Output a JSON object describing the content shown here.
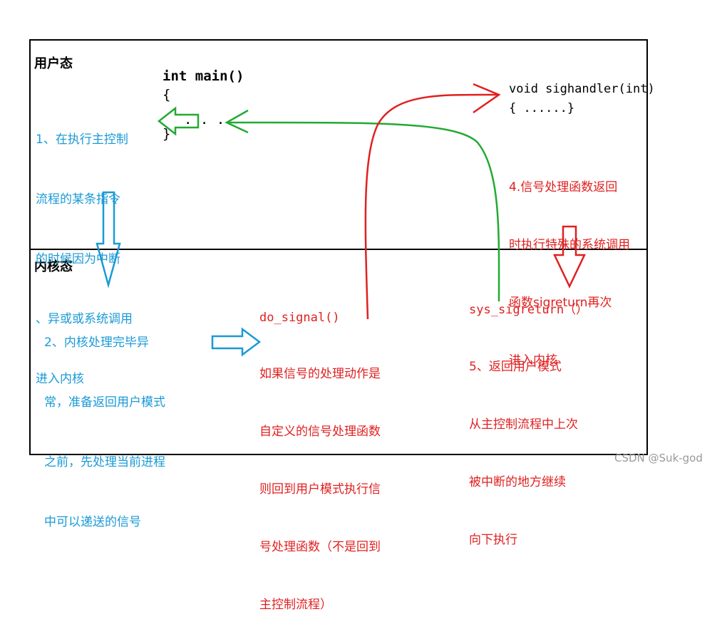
{
  "user_mode_label": "用户态",
  "kernel_mode_label": "内核态",
  "code_main": "int main()",
  "code_main_brace_open": "{",
  "code_main_dots": ". . .",
  "code_main_brace_close": "}",
  "code_handler": "void sighandler(int)",
  "code_handler_body": "{ ......}",
  "step1": [
    "1、在执行主控制",
    "流程的某条指令",
    "的时候因为中断",
    "、异或或系统调用",
    "进入内核"
  ],
  "step2": [
    "2、内核处理完毕异",
    "常，准备返回用户模式",
    "之前，先处理当前进程",
    "中可以递送的信号"
  ],
  "step3_title": "do_signal()",
  "step3": [
    "如果信号的处理动作是",
    "自定义的信号处理函数",
    "则回到用户模式执行信",
    "号处理函数（不是回到",
    "主控制流程）"
  ],
  "step4": [
    "4.信号处理函数返回",
    "时执行特殊的系统调用",
    "函数sigreturn再次",
    "进入内核"
  ],
  "step5_title": "sys_sigreturn（）",
  "step5": [
    "5、返回用户模式",
    "从主控制流程中上次",
    "被中断的地方继续",
    "向下执行"
  ],
  "watermark": "CSDN @Suk-god",
  "colors": {
    "blue": "#1a9ad6",
    "red": "#e02020",
    "green": "#22aa33",
    "black": "#000000"
  }
}
